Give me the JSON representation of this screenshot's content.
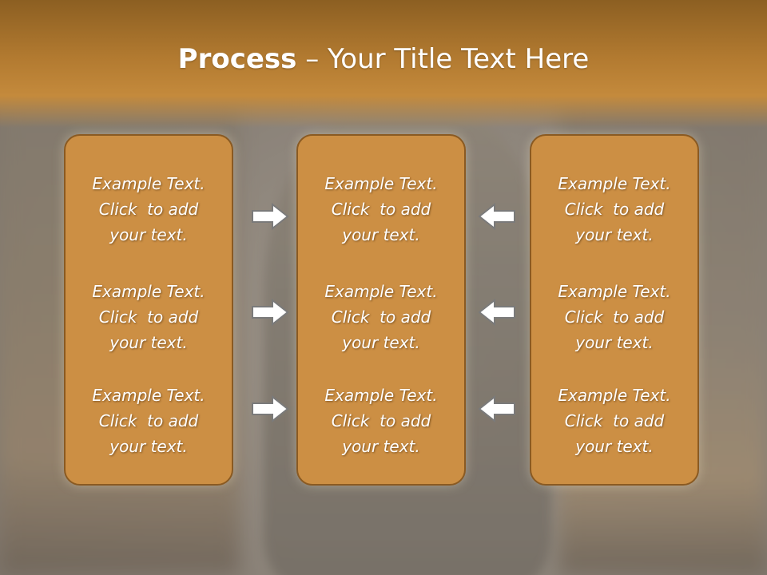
{
  "slide": {
    "title": {
      "bold": "Process",
      "separator": " – ",
      "rest": "Your Title Text Here"
    },
    "columns": [
      {
        "id": "left",
        "entries": [
          {
            "line1": "Example Text.",
            "line2": "Click  to add",
            "line3": "your text."
          },
          {
            "line1": "Example Text.",
            "line2": "Click  to add",
            "line3": "your text."
          },
          {
            "line1": "Example Text.",
            "line2": "Click  to add",
            "line3": "your text."
          }
        ]
      },
      {
        "id": "middle",
        "entries": [
          {
            "line1": "Example Text.",
            "line2": "Click  to add",
            "line3": "your text."
          },
          {
            "line1": "Example Text.",
            "line2": "Click  to add",
            "line3": "your text."
          },
          {
            "line1": "Example Text.",
            "line2": "Click  to add",
            "line3": "your text."
          }
        ]
      },
      {
        "id": "right",
        "entries": [
          {
            "line1": "Example Text.",
            "line2": "Click  to add",
            "line3": "your text."
          },
          {
            "line1": "Example Text.",
            "line2": "Click  to add",
            "line3": "your text."
          },
          {
            "line1": "Example Text.",
            "line2": "Click  to add",
            "line3": "your text."
          }
        ]
      }
    ],
    "arrows": {
      "left_to_middle": "right-arrow-icon",
      "right_to_middle": "left-arrow-icon"
    },
    "colors": {
      "box_fill": "#cc8f44",
      "box_border": "#8a5a22",
      "header": "#b27a30",
      "text": "#ffffff",
      "arrow_fill": "#ffffff",
      "arrow_stroke": "#7a7a7a"
    }
  }
}
